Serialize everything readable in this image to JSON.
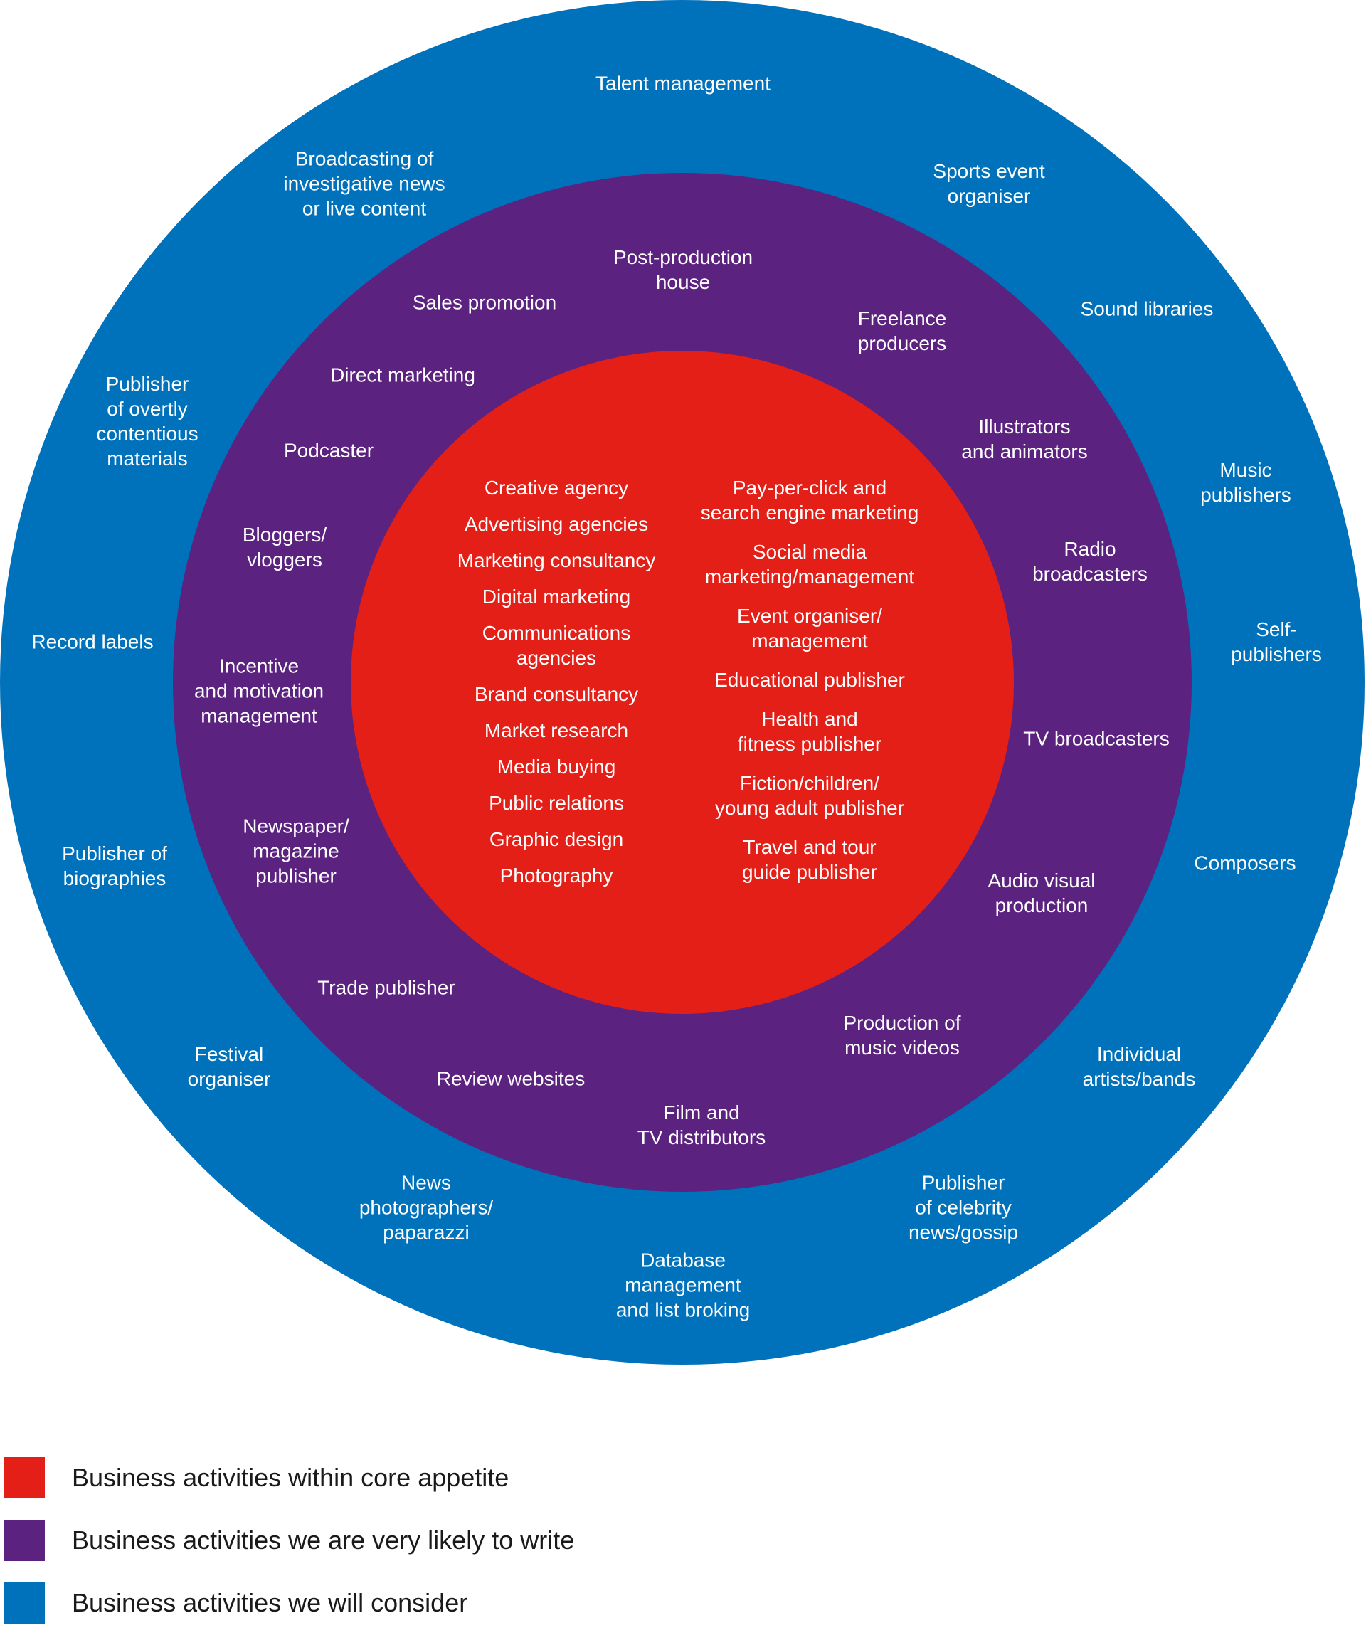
{
  "colors": {
    "core": "#e31f17",
    "very_likely": "#5b2280",
    "consider": "#0072bc"
  },
  "rings": {
    "outer": {
      "items": [
        "Talent management",
        "Broadcasting of\ninvestigative news\nor live content",
        "Sports event\norganiser",
        "Sound libraries",
        "Publisher\nof overtly\ncontentious\nmaterials",
        "Music\npublishers",
        "Record labels",
        "Self-publishers",
        "Publisher of\nbiographies",
        "Composers",
        "Festival\norganiser",
        "Individual\nartists/bands",
        "News\nphotographers/\npaparazzi",
        "Publisher\nof celebrity\nnews/gossip",
        "Database\nmanagement\nand list broking"
      ]
    },
    "middle": {
      "items": [
        "Post-production\nhouse",
        "Sales promotion",
        "Freelance\nproducers",
        "Direct marketing",
        "Illustrators\nand animators",
        "Podcaster",
        "Bloggers/\nvloggers",
        "Radio\nbroadcasters",
        "Incentive\nand motivation\nmanagement",
        "TV broadcasters",
        "Newspaper/\nmagazine\npublisher",
        "Audio visual\nproduction",
        "Trade publisher",
        "Production of\nmusic videos",
        "Review websites",
        "Film and\nTV distributors"
      ]
    },
    "inner": {
      "left": [
        "Creative agency",
        "Advertising agencies",
        "Marketing consultancy",
        "Digital marketing",
        "Communications\nagencies",
        "Brand consultancy",
        "Market research",
        "Media buying",
        "Public relations",
        "Graphic design",
        "Photography"
      ],
      "right": [
        "Pay-per-click and\nsearch engine marketing",
        "Social media\nmarketing/management",
        "Event organiser/\nmanagement",
        "Educational publisher",
        "Health and\nfitness publisher",
        "Fiction/children/\nyoung adult publisher",
        "Travel and tour\nguide publisher"
      ]
    }
  },
  "legend": [
    {
      "label": "Business activities within core appetite",
      "color": "#e31f17"
    },
    {
      "label": "Business activities we are very likely to write",
      "color": "#5b2280"
    },
    {
      "label": "Business activities we will consider",
      "color": "#0072bc"
    }
  ]
}
